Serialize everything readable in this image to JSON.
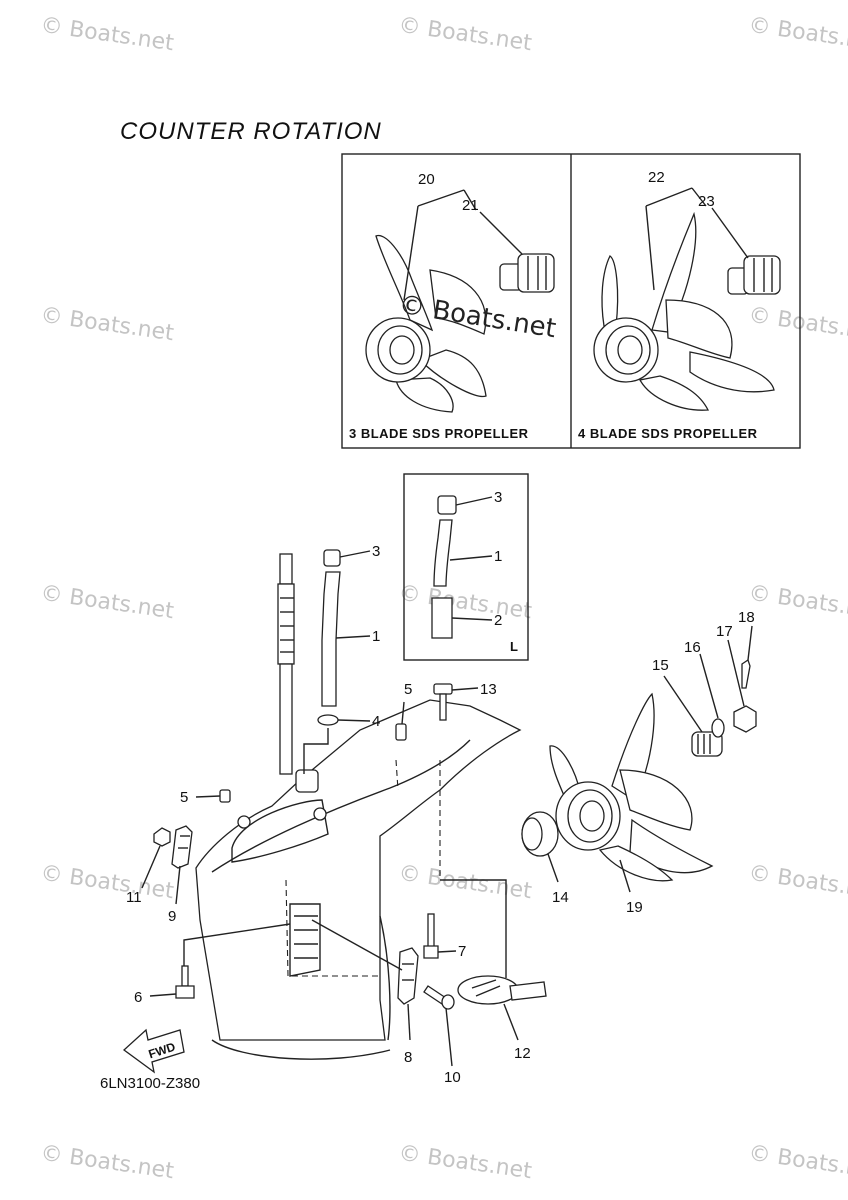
{
  "title": "COUNTER  ROTATION",
  "diagram_code": "6LN3100-Z380",
  "watermark": "© Boats.net",
  "panels": {
    "three_blade": "3 BLADE SDS PROPELLER",
    "four_blade": "4 BLADE SDS PROPELLER",
    "inset_tag": "L"
  },
  "fwd_label": "FWD",
  "callouts": {
    "c20": "20",
    "c21": "21",
    "c22": "22",
    "c23": "23",
    "i3": "3",
    "i1": "1",
    "i2": "2",
    "m3": "3",
    "m1": "1",
    "m4": "4",
    "m5a": "5",
    "m13": "13",
    "m5b": "5",
    "m11": "11",
    "m9": "9",
    "m6": "6",
    "m7": "7",
    "m8": "8",
    "m10": "10",
    "m12": "12",
    "m14": "14",
    "m15": "15",
    "m16": "16",
    "m17": "17",
    "m18": "18",
    "m19": "19"
  }
}
